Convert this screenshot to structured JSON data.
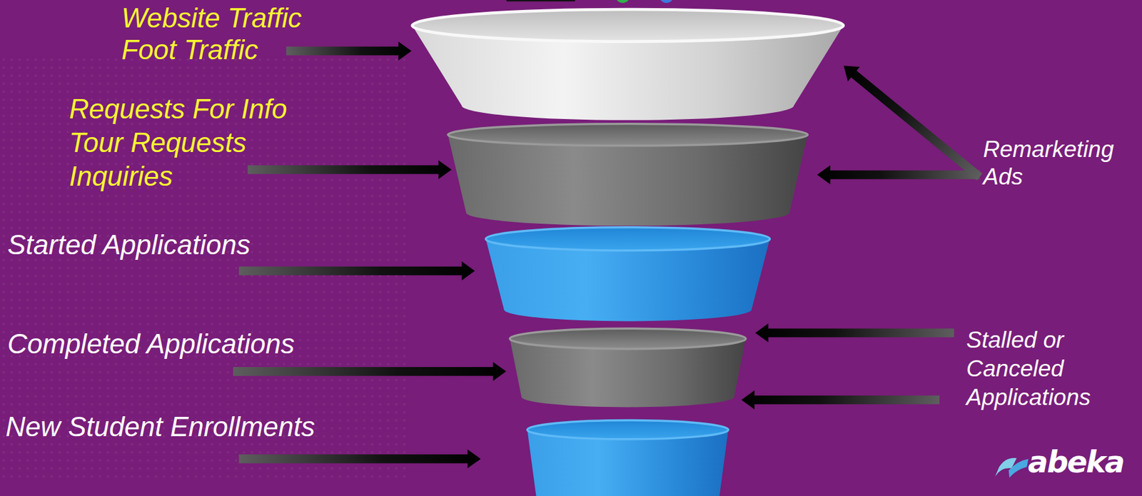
{
  "diagram": {
    "labels": [
      "Website Traffic",
      "Foot Traffic",
      "Requests For Info",
      "Tour Requests",
      "Inquiries",
      "Started Applications",
      "Completed Applications",
      "New Student Enrollments",
      "Remarketing Ads",
      "Stalled or Canceled Applications",
      "abeka"
    ]
  }
}
